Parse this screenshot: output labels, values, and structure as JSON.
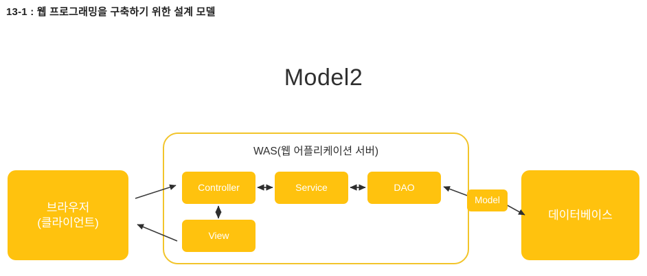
{
  "slide": {
    "heading": "13-1 : 웹 프로그래밍을 구축하기 위한 설계 모델",
    "diagram_title": "Model2"
  },
  "colors": {
    "node_fill": "#ffc20e",
    "container_border": "#f2c42a",
    "node_text": "#ffffff",
    "heading_text": "#222222",
    "arrow": "#3a3a3a",
    "background": "#ffffff"
  },
  "nodes": {
    "browser": {
      "label_line1": "브라우저",
      "label_line2": "(클라이언트)"
    },
    "database": {
      "label": "데이터베이스"
    },
    "was": {
      "label": "WAS(웹 어플리케이션 서버)",
      "children": [
        {
          "id": "controller",
          "label": "Controller"
        },
        {
          "id": "service",
          "label": "Service"
        },
        {
          "id": "dao",
          "label": "DAO"
        },
        {
          "id": "view",
          "label": "View"
        }
      ]
    },
    "model": {
      "label": "Model"
    }
  },
  "connections": [
    {
      "from": "browser",
      "to": "controller",
      "style": "single"
    },
    {
      "from": "view",
      "to": "browser",
      "style": "single"
    },
    {
      "from": "controller",
      "to": "service",
      "style": "double"
    },
    {
      "from": "service",
      "to": "dao",
      "style": "double"
    },
    {
      "from": "controller",
      "to": "view",
      "style": "double"
    },
    {
      "from": "model",
      "to": "dao",
      "style": "single"
    },
    {
      "from": "model",
      "to": "database",
      "style": "single"
    }
  ]
}
